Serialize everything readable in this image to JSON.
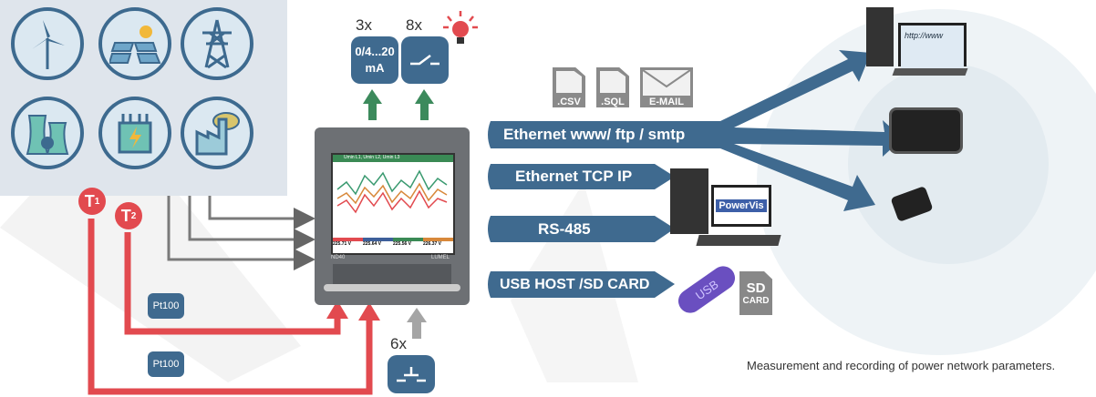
{
  "sources": {
    "icons": [
      "wind-turbine-icon",
      "solar-panel-icon",
      "power-pylon-icon",
      "nuclear-plant-icon",
      "transformer-icon",
      "factory-icon"
    ],
    "temperature_inputs": [
      {
        "label": "T",
        "sub": "1"
      },
      {
        "label": "T",
        "sub": "2"
      }
    ],
    "sensor_labels": [
      "Pt100",
      "Pt100"
    ]
  },
  "outputs": {
    "analog": {
      "multiplier": "3x",
      "line1": "0/4...20",
      "line2": "mA"
    },
    "relay": {
      "multiplier": "8x"
    },
    "digital_inputs": {
      "multiplier": "6x"
    }
  },
  "device": {
    "model": "ND40",
    "brand": "LUMEL",
    "screen_title": "Umin L1, Umin L2, Umin L3",
    "readings": [
      "225.71 V",
      "225.64 V",
      "225.56 V",
      "226.37 V"
    ]
  },
  "files": [
    {
      "label": ".CSV"
    },
    {
      "label": ".SQL"
    },
    {
      "label": "E-MAIL"
    }
  ],
  "links": [
    {
      "label": "Ethernet www/ ftp / smtp"
    },
    {
      "label": "Ethernet TCP IP"
    },
    {
      "label": "RS-485"
    },
    {
      "label": "USB HOST /SD CARD"
    }
  ],
  "targets": {
    "browser_text": "http://www",
    "software": "PowerVis",
    "usb_label": "USB",
    "sd_line1": "SD",
    "sd_line2": "CARD"
  },
  "caption": "Measurement and recording of power network parameters.",
  "colors": {
    "blue": "#3f6a8f",
    "red": "#e24a4f",
    "green": "#3c8a5c",
    "gray": "#8a8a8a"
  }
}
